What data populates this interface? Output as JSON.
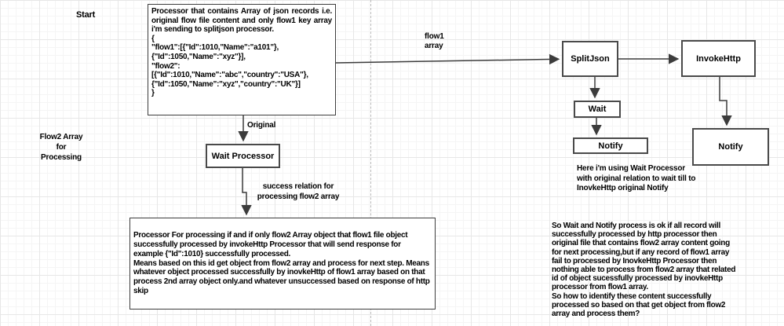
{
  "canvas": {
    "background": "#ffffff",
    "grid_minor_color": "#f5f5f5",
    "grid_major_color": "#e7e7e7",
    "stroke_color": "#3c3c3c",
    "page_guide_color": "#b9b9b9"
  },
  "labels": {
    "start": "Start",
    "flow1_array": "flow1\narray",
    "flow2_array": "Flow2 Array\nfor\nProcessing",
    "original": "Original",
    "success_relation": "success relation for\nprocessing flow2 array",
    "wait_note": "Here i'm using Wait  Processor\nwith original relation to wait till to\nInovkeHttp original Notify",
    "question_note": "So Wait and Notify process is ok if all record will successfully processed by http processor then original file that contains flow2 array content going for next processing,but if any record of flow1 array fail to processed by InovkeHttp Processor then nothing able to process from flow2 array that related id of object sucessfully processed by inovkeHttp processor  from flow1 array.\n So how to identify these content successfully processed so based on that get object from flow2 array and process them?"
  },
  "nodes": {
    "source_processor": {
      "intro": "Processor that contains Array of json records i.e. original flow file content and only flow1 key array i'm sending to splitjson processor.",
      "json": "{\n\"flow1\":[{\"Id\":1010,\"Name\":\"a101\"},\n{\"Id\":1050,\"Name\":\"xyz\"}],\n\"flow2\":\n[{\"Id\":1010,\"Name\":\"abc\",\"country\":\"USA\"},\n{\"Id\":1050,\"Name\":\"xyz\",\"country\":\"UK\"}]\n}"
    },
    "split_json": {
      "label": "SplitJson"
    },
    "invoke_http": {
      "label": "InvokeHttp"
    },
    "wait": {
      "label": "Wait"
    },
    "notify_after_wait": {
      "label": "Notify"
    },
    "notify_after_invoke": {
      "label": "Notify"
    },
    "wait_processor": {
      "label": "Wait Processor"
    },
    "flow2_processor": {
      "text": "Processor For processing  if and if only flow2 Array object that flow1 file object successfully processed by invokeHttp Processor that will send response for example {\"Id\":1010} successfully processed.\nMeans based on this id get object from flow2 array and process for next step. Means whatever object processed successfully by inovkeHttp of flow1 array based on that process 2nd array object only.and whatever unsuccessed based on response of http skip"
    }
  }
}
